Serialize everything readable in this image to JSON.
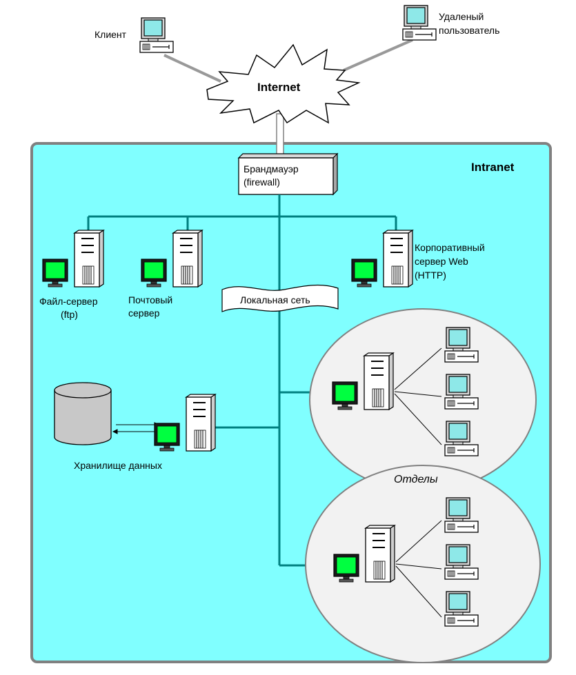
{
  "labels": {
    "client": "Клиент",
    "remote_user_1": "Удаленый",
    "remote_user_2": "пользователь",
    "internet": "Internet",
    "intranet": "Intranet",
    "firewall_1": "Брандмауэр",
    "firewall_2": "(firewall)",
    "file_server_1": "Файл-сервер",
    "file_server_2": "(ftp)",
    "mail_server_1": "Почтовый",
    "mail_server_2": "сервер",
    "web_server_1": "Корпоративный",
    "web_server_2": "сервер Web",
    "web_server_3": "(HTTP)",
    "lan": "Локальная сеть",
    "storage": "Хранилище данных",
    "departments": "Отделы"
  },
  "icons": {
    "workstation": "workstation-icon",
    "server": "server-tower-icon",
    "database": "database-cylinder-icon",
    "cloud": "internet-cloud-icon"
  },
  "colors": {
    "intranet_fill": "#80FFFF",
    "network_line": "#008080",
    "server_screen": "#00FF40",
    "terminal_screen": "#8EE8E8",
    "department_fill": "#F2F2F2",
    "database_fill": "#C8C8C8"
  }
}
